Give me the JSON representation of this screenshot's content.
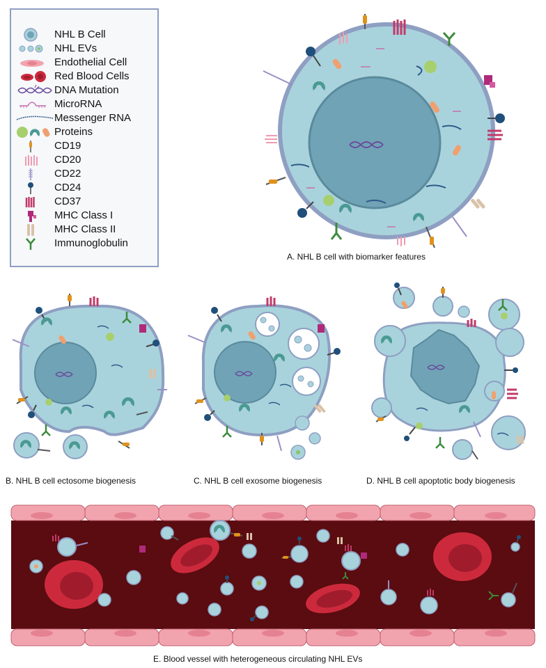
{
  "legend": {
    "items": [
      {
        "label": "NHL B Cell",
        "icon": "nhl-b-cell-icon"
      },
      {
        "label": "NHL EVs",
        "icon": "nhl-evs-icon"
      },
      {
        "label": "Endothelial Cell",
        "icon": "endothelial-cell-icon"
      },
      {
        "label": "Red Blood Cells",
        "icon": "red-blood-cells-icon"
      },
      {
        "label": "DNA Mutation",
        "icon": "dna-mutation-icon"
      },
      {
        "label": "MicroRNA",
        "icon": "microrna-icon"
      },
      {
        "label": "Messenger RNA",
        "icon": "messenger-rna-icon"
      },
      {
        "label": "Proteins",
        "icon": "proteins-icon"
      },
      {
        "label": "CD19",
        "icon": "cd19-icon"
      },
      {
        "label": "CD20",
        "icon": "cd20-icon"
      },
      {
        "label": "CD22",
        "icon": "cd22-icon"
      },
      {
        "label": "CD24",
        "icon": "cd24-icon"
      },
      {
        "label": "CD37",
        "icon": "cd37-icon"
      },
      {
        "label": "MHC Class I",
        "icon": "mhc-class-i-icon"
      },
      {
        "label": "MHC Class II",
        "icon": "mhc-class-ii-icon"
      },
      {
        "label": "Immunoglobulin",
        "icon": "immunoglobulin-icon"
      }
    ]
  },
  "panels": {
    "a": {
      "caption": "A. NHL B cell with biomarker features"
    },
    "b": {
      "caption": "B. NHL B cell ectosome biogenesis"
    },
    "c": {
      "caption": "C. NHL B cell exosome biogenesis"
    },
    "d": {
      "caption": "D. NHL B cell apoptotic body biogenesis"
    },
    "e": {
      "caption": "E. Blood vessel with heterogeneous circulating NHL EVs"
    }
  },
  "colors": {
    "cytoplasm": "#a9d3dc",
    "membrane": "#8e9fc2",
    "nucleus": "#6fa3b5",
    "vessel_lumen": "#5a0c10",
    "endothelium": "#f2a4ae",
    "rbc": "#cc2a3c",
    "legend_border": "#8e9fc2"
  }
}
